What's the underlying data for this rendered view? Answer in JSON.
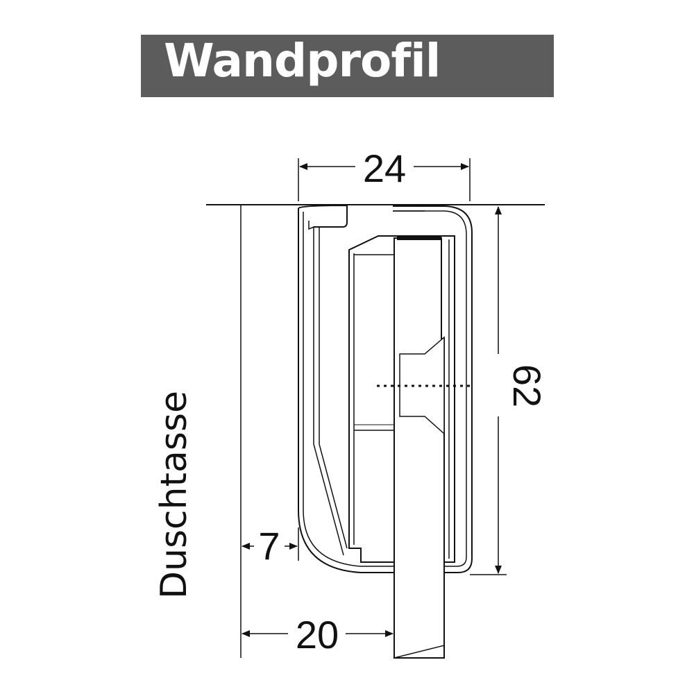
{
  "title": "Wandprofil",
  "side_label": "Duschtasse",
  "dimensions": {
    "top_width": "24",
    "height": "62",
    "offset": "7",
    "bottom_width": "20"
  },
  "colors": {
    "title_bar": "#5c5c5c",
    "title_text": "#ffffff",
    "lines": "#111111"
  }
}
